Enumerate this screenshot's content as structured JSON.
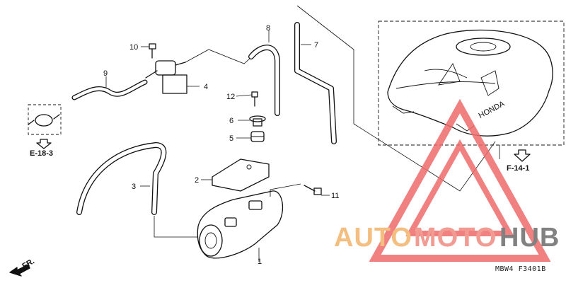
{
  "callouts": {
    "n1": "1",
    "n2": "2",
    "n3": "3",
    "n4": "4",
    "n5": "5",
    "n6": "6",
    "n7": "7",
    "n8": "8",
    "n9": "9",
    "n10": "10",
    "n11": "11",
    "n12": "12"
  },
  "refs": {
    "e183": "E-18-3",
    "f141": "F-14-1",
    "fr": "FR."
  },
  "diagram_code": "MBW4  F3401B",
  "watermark": {
    "part1": "AUTO",
    "part2": "MOTO",
    "part3": "HUB",
    "colors": {
      "auto": "#f2b36a",
      "moto": "#f08a80",
      "hub": "#6c6c6c",
      "triangle": "#ef6b6b"
    }
  },
  "tank_brand": "HONDA"
}
